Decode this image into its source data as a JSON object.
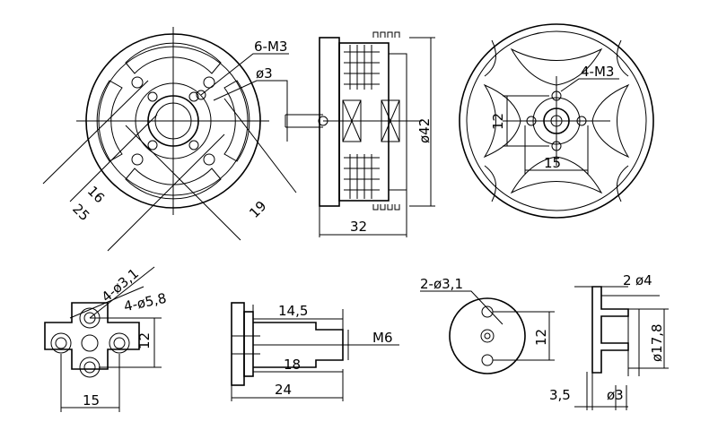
{
  "views": {
    "front": {
      "label_holes": "6-M3",
      "label_shaft": "ø3",
      "dim_a": "16",
      "dim_b": "25",
      "dim_c": "19"
    },
    "side": {
      "dim_diameter": "ø42",
      "dim_length": "32"
    },
    "rear": {
      "label_holes": "4-M3",
      "dim_v": "12",
      "dim_h": "15"
    },
    "mount": {
      "label_small": "4-ø3,1",
      "label_large": "4-ø5,8",
      "dim_v": "12",
      "dim_h": "15"
    },
    "adapter": {
      "dim_a": "14,5",
      "dim_thread": "M6",
      "dim_b": "18",
      "dim_c": "24"
    },
    "disc": {
      "label_holes": "2-ø3,1",
      "dim_v": "12"
    },
    "clamp": {
      "dim_top": "2",
      "dim_top_dia": "ø4",
      "dim_diameter": "ø17,8",
      "dim_left": "3,5",
      "dim_bottom": "ø3"
    }
  }
}
